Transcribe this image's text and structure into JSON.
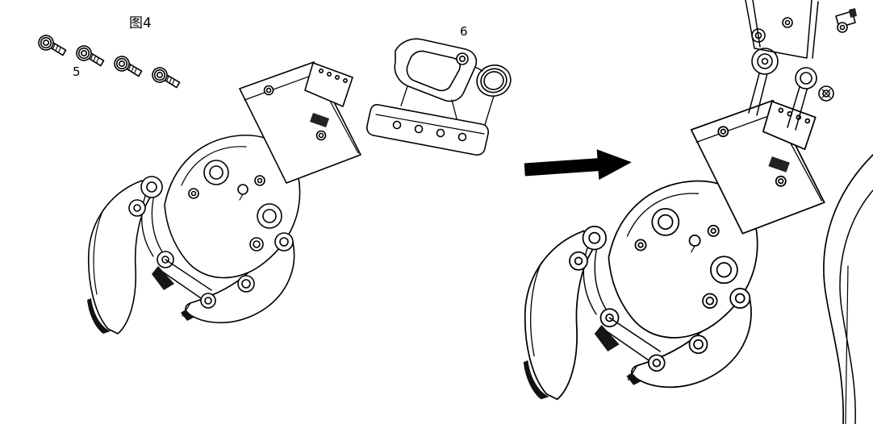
{
  "figure": {
    "title": "图4",
    "labels": {
      "screws": "5",
      "bracket": "6"
    }
  },
  "colors": {
    "background": "#ffffff",
    "line": "#000000",
    "shading": "#161616"
  },
  "icons": {
    "arrow": "assembly-direction-arrow",
    "screw": "socket-head-screw"
  }
}
